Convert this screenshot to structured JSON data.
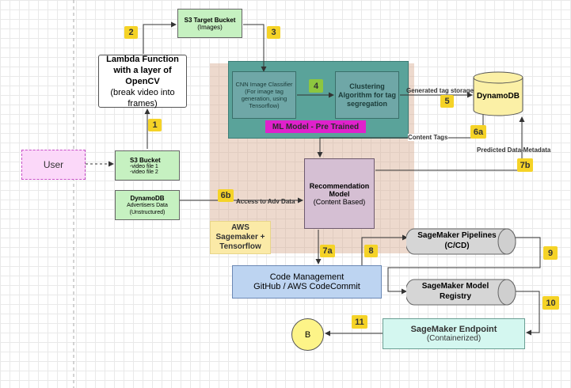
{
  "nodes": {
    "user": "User",
    "s3_target_title": "S3 Target Bucket",
    "s3_target_sub": "(Images)",
    "lambda_title": "Lambda Function with a layer of OpenCV",
    "lambda_sub": "(break video into frames)",
    "s3_bucket_title": "S3 Bucket",
    "s3_bucket_line1": "-video file 1",
    "s3_bucket_line2": "-video file 2",
    "dynamo_adv_title": "DynamoDB",
    "dynamo_adv_sub": "Advertisers Data (Unstructured)",
    "cnn": "CNN Image Classifier (For image tag generation, using Tensorflow)",
    "clustering": "Clustering Algorithm for tag segregation",
    "ml_label": "ML Model - Pre Trained",
    "dynamodb": "DynamoDB",
    "rec_title": "Recommendation Model",
    "rec_sub": "(Content Based)",
    "sagemaker_tf": "AWS Sagemaker + Tensorflow",
    "code_title": "Code Management",
    "code_sub": "GitHub / AWS CodeCommit",
    "pipelines": "SageMaker Pipelines (C/CD)",
    "registry": "SageMaker Model Registry",
    "endpoint_title": "SageMaker Endpoint",
    "endpoint_sub": "(Containerized)",
    "b_node": "B"
  },
  "edge_labels": {
    "gen_tag": "Generated tag storage",
    "content_tags": "Content Tags",
    "predicted": "Predicted Data-Metadata",
    "access_adv": "Access to Adv Data"
  },
  "badges": {
    "b1": "1",
    "b2": "2",
    "b3": "3",
    "b4": "4",
    "b5": "5",
    "b6a": "6a",
    "b6b": "6b",
    "b7a": "7a",
    "b7b": "7b",
    "b8": "8",
    "b9": "9",
    "b10": "10",
    "b11": "11"
  }
}
